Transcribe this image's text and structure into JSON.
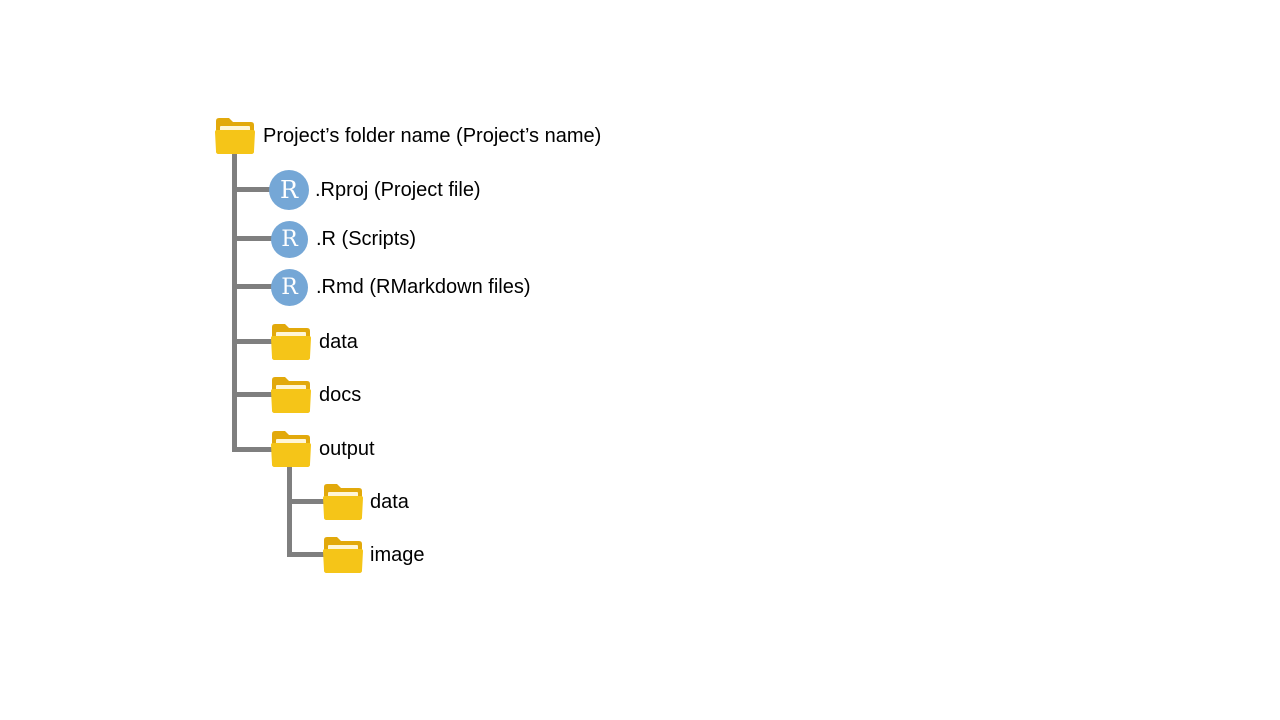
{
  "tree": {
    "root": {
      "label": "Project’s folder name (Project’s name)",
      "icon": "folder-icon"
    },
    "children": [
      {
        "id": "rproj",
        "label": ".Rproj (Project file)",
        "icon": "r-logo-icon",
        "glyph": "R"
      },
      {
        "id": "r-scripts",
        "label": ".R (Scripts)",
        "icon": "r-logo-icon",
        "glyph": "R"
      },
      {
        "id": "rmd",
        "label": ".Rmd (RMarkdown files)",
        "icon": "r-logo-icon",
        "glyph": "R"
      },
      {
        "id": "data",
        "label": "data",
        "icon": "folder-icon"
      },
      {
        "id": "docs",
        "label": "docs",
        "icon": "folder-icon"
      },
      {
        "id": "output",
        "label": "output",
        "icon": "folder-icon",
        "children": [
          {
            "id": "output-data",
            "label": "data",
            "icon": "folder-icon"
          },
          {
            "id": "output-image",
            "label": "image",
            "icon": "folder-icon"
          }
        ]
      }
    ]
  },
  "colors": {
    "folder": "#f5c518",
    "folder_dark": "#e2a90b",
    "folder_sheet": "#fff6d6",
    "r_badge": "#75a7d6",
    "connector": "#7f7f7f"
  }
}
